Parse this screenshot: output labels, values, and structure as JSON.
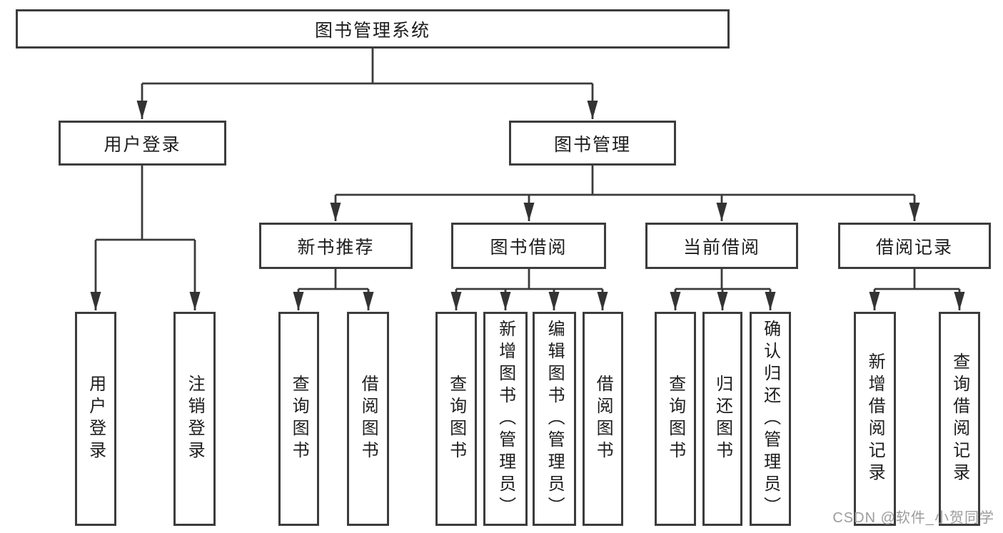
{
  "diagram": {
    "root": "图书管理系统",
    "login_branch": {
      "label": "用户登录",
      "children": [
        "用户登录",
        "注销登录"
      ]
    },
    "mgmt_branch": {
      "label": "图书管理",
      "sections": [
        {
          "label": "新书推荐",
          "children": [
            "查询图书",
            "借阅图书"
          ]
        },
        {
          "label": "图书借阅",
          "children": [
            "查询图书",
            "新增图书（管理员）",
            "编辑图书（管理员）",
            "借阅图书"
          ]
        },
        {
          "label": "当前借阅",
          "children": [
            "查询图书",
            "归还图书",
            "确认归还（管理员）"
          ]
        },
        {
          "label": "借阅记录",
          "children": [
            "新增借阅记录",
            "查询借阅记录"
          ]
        }
      ]
    }
  },
  "watermark": {
    "text": "CSDN @软件_小贺同学"
  },
  "colors": {
    "background": "#ffffff",
    "line": "#3b3b3b",
    "box_border": "#3c3c3c",
    "text": "#1d1d1f",
    "watermark": "#9c9c9c"
  }
}
